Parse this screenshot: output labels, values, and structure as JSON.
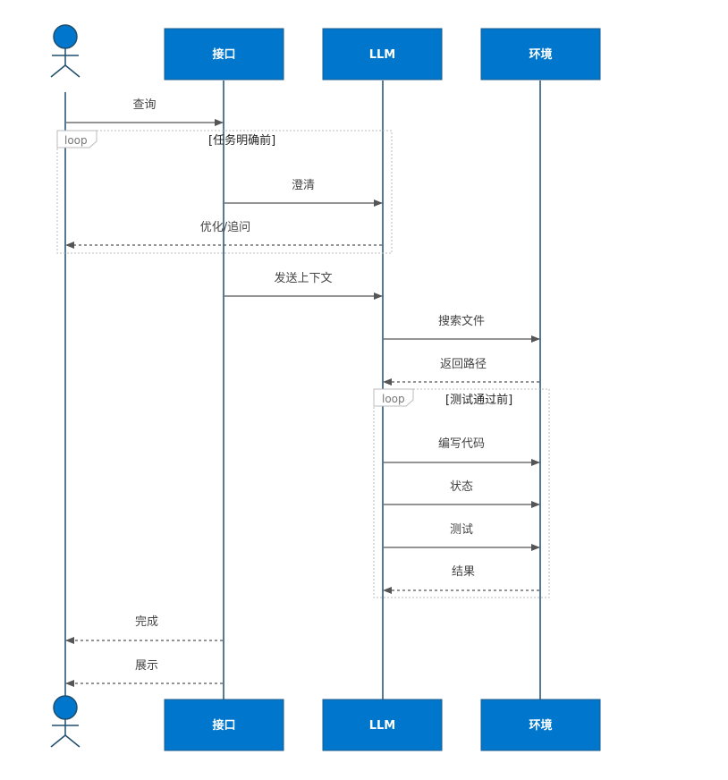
{
  "participants": [
    {
      "id": "user",
      "kind": "actor",
      "label": ""
    },
    {
      "id": "interface",
      "kind": "box",
      "label": "接口"
    },
    {
      "id": "llm",
      "kind": "box",
      "label": "LLM"
    },
    {
      "id": "env",
      "kind": "box",
      "label": "环境"
    }
  ],
  "messages": [
    {
      "from": "user",
      "to": "interface",
      "label": "查询",
      "style": "solid"
    },
    {
      "from": "interface",
      "to": "llm",
      "label": "澄清",
      "style": "solid"
    },
    {
      "from": "llm",
      "to": "user",
      "label": "优化/追问",
      "style": "dashed"
    },
    {
      "from": "interface",
      "to": "llm",
      "label": "发送上下文",
      "style": "solid"
    },
    {
      "from": "llm",
      "to": "env",
      "label": "搜索文件",
      "style": "solid"
    },
    {
      "from": "env",
      "to": "llm",
      "label": "返回路径",
      "style": "dashed"
    },
    {
      "from": "llm",
      "to": "env",
      "label": "编写代码",
      "style": "solid"
    },
    {
      "from": "llm",
      "to": "env",
      "label": "状态",
      "style": "solid"
    },
    {
      "from": "llm",
      "to": "env",
      "label": "测试",
      "style": "solid"
    },
    {
      "from": "env",
      "to": "llm",
      "label": "结果",
      "style": "dashed"
    },
    {
      "from": "interface",
      "to": "user",
      "label": "完成",
      "style": "dashed"
    },
    {
      "from": "interface",
      "to": "user",
      "label": "展示",
      "style": "dashed"
    }
  ],
  "loops": [
    {
      "tag": "loop",
      "condition": "[任务明确前]"
    },
    {
      "tag": "loop",
      "condition": "[测试通过前]"
    }
  ],
  "colors": {
    "participant_fill": "#0077cc",
    "participant_stroke": "#1b5a8c",
    "lifeline": "#1f4e6e",
    "arrow": "#555555",
    "loop_border": "#bbbbbb"
  }
}
